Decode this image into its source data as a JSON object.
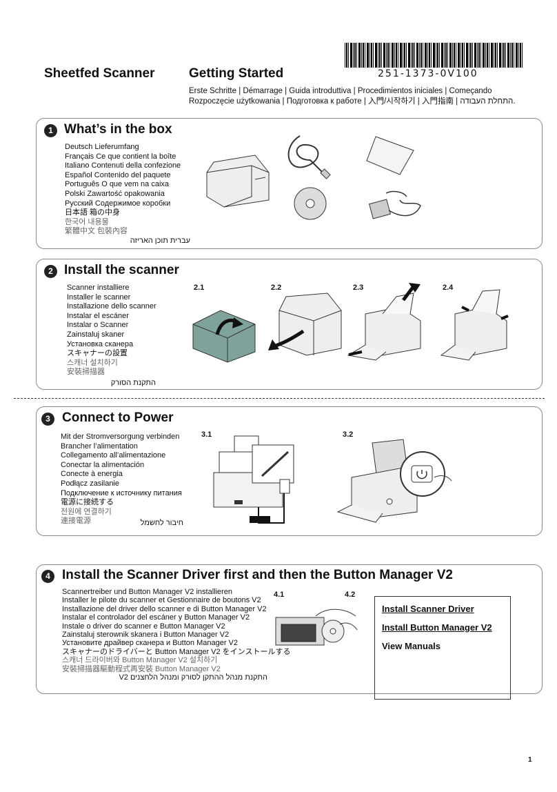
{
  "header": {
    "product": "Sheetfed Scanner",
    "title": "Getting Started",
    "part_number": "251-1373-0V100",
    "translations_line1": "Erste Schritte | Démarrage | Guida introduttiva | Procedimientos iniciales | Começando",
    "translations_line2": "Rozpoczęcie użytkowania | Подготовка к работе | 入門/시작하기 | 入門指南 | התחלת העבודה."
  },
  "sections": [
    {
      "number": "1",
      "title": "What’s in the box",
      "langs": [
        "Deutsch Lieferumfang",
        "Français Ce que contient la boîte",
        "Italiano Contenuti della confezione",
        "Español Contenido del paquete",
        "Português O que vem na caixa",
        "Polski Zawartość opakowania",
        "Русский Содержимое коробки",
        "日本語  箱の中身",
        "한국어  내용물",
        "繁體中文  包裝內容"
      ],
      "rtl": "עברית תוכן האריזה"
    },
    {
      "number": "2",
      "title": "Install the scanner",
      "langs": [
        "Scanner installiere",
        "Installer le scanner",
        "Installazione dello scanner",
        "Instalar el escáner",
        "Instalar o Scanner",
        "Zainstaluj skaner",
        "Установка сканера",
        "スキャナーの設置",
        "스캐너 설치하기",
        "安裝掃描器"
      ],
      "rtl": "התקנת הסורק",
      "steps": [
        "2.1",
        "2.2",
        "2.3",
        "2.4"
      ]
    },
    {
      "number": "3",
      "title": "Connect to Power",
      "langs": [
        "Mit der Stromversorgung verbinden",
        "Brancher l’alimentation",
        "Collegamento all’alimentazione",
        "Conectar la alimentación",
        "Conecte à energia",
        "Podłącz zasilanie",
        "Подключение к источнику питания",
        "電源に接続する",
        "전원에 연결하기",
        "連接電源"
      ],
      "rtl": "חיבור לחשמל",
      "steps": [
        "3.1",
        "3.2"
      ]
    },
    {
      "number": "4",
      "title": "Install the Scanner Driver first and then the Button Manager V2",
      "langs": [
        "Scannertreiber und Button Manager V2 installieren",
        "Installer le pilote du scanner et Gestionnaire de boutons V2",
        "Installazione del driver dello scanner e di Button Manager V2",
        "Instalar el controlador del escáner y Button Manager V2",
        "Instale o driver do scanner e Button Manager V2",
        "Zainstaluj sterownik skanera i Button Manager V2",
        "Установите драйвер сканера и Button Manager V2",
        "スキャナーのドライバーと  Button Manager V2  をインストールする",
        "스캐너 드라이버와  Button Manager V2 설치하기",
        "安裝掃描器驅動程式再安裝 Button Manager V2"
      ],
      "rtl": "התקנת מנהל ההתקן לסורק ומנהל הלחצנים V2",
      "steps": [
        "4.1",
        "4.2"
      ]
    }
  ],
  "links": {
    "driver": "Install Scanner Driver",
    "button_manager": "Install Button Manager V2",
    "manuals": "View Manuals"
  },
  "page_number": "1"
}
